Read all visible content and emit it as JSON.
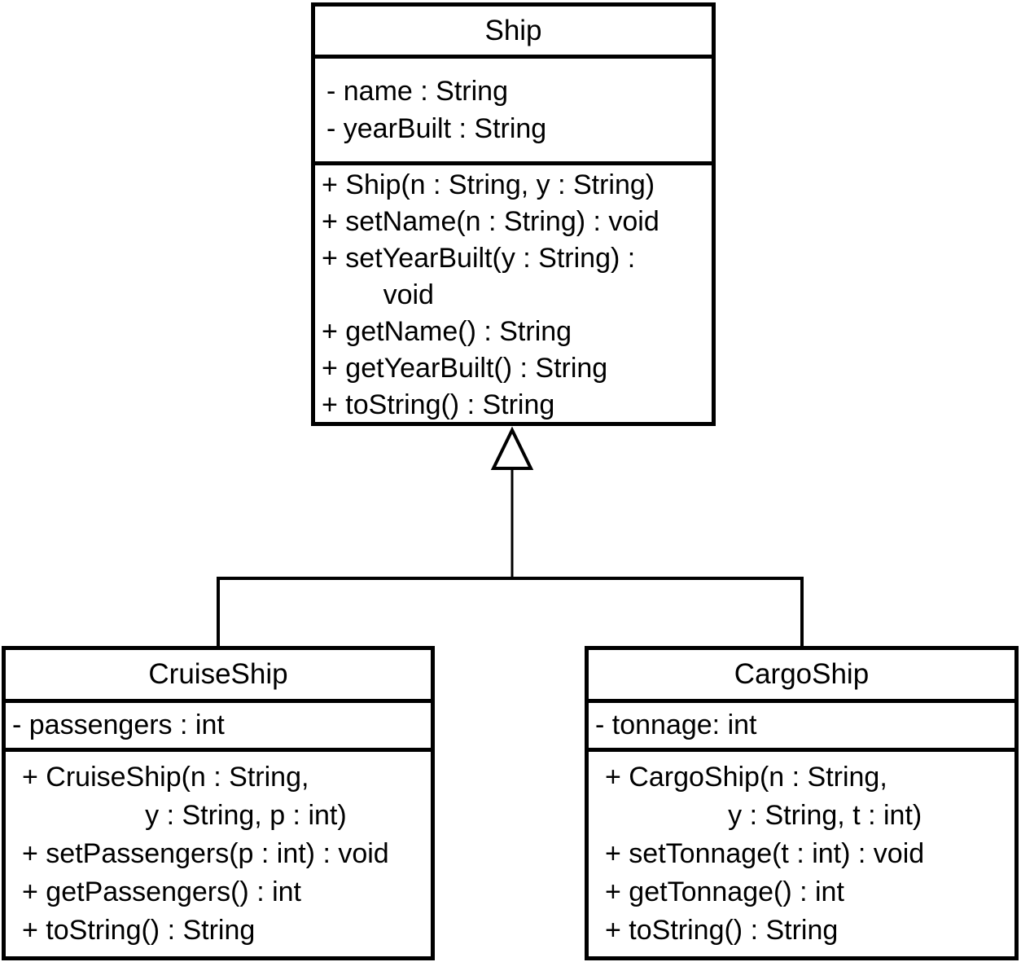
{
  "diagram": {
    "relationship": {
      "type": "inheritance",
      "parent": "Ship",
      "children": [
        "CruiseShip",
        "CargoShip"
      ]
    }
  },
  "classes": {
    "ship": {
      "name": "Ship",
      "attributes": [
        "- name : String",
        "- yearBuilt : String"
      ],
      "methods": [
        "+ Ship(n : String, y : String)",
        "+ setName(n : String) : void",
        "+ setYearBuilt(y : String) :",
        "        void",
        "+ getName() : String",
        "+ getYearBuilt() : String",
        "+ toString() : String"
      ]
    },
    "cruiseShip": {
      "name": "CruiseShip",
      "attributes": [
        "- passengers : int"
      ],
      "methods": [
        "+ CruiseShip(n : String,",
        "                y : String, p : int)",
        "+ setPassengers(p : int) : void",
        "+ getPassengers() : int",
        "+ toString() : String"
      ]
    },
    "cargoShip": {
      "name": "CargoShip",
      "attributes": [
        "- tonnage: int"
      ],
      "methods": [
        "+ CargoShip(n : String,",
        "                y : String, t : int)",
        "+ setTonnage(t : int) : void",
        "+ getTonnage() : int",
        "+ toString() : String"
      ]
    }
  },
  "colors": {
    "line": "#000000",
    "background": "#ffffff",
    "text": "#000000"
  }
}
